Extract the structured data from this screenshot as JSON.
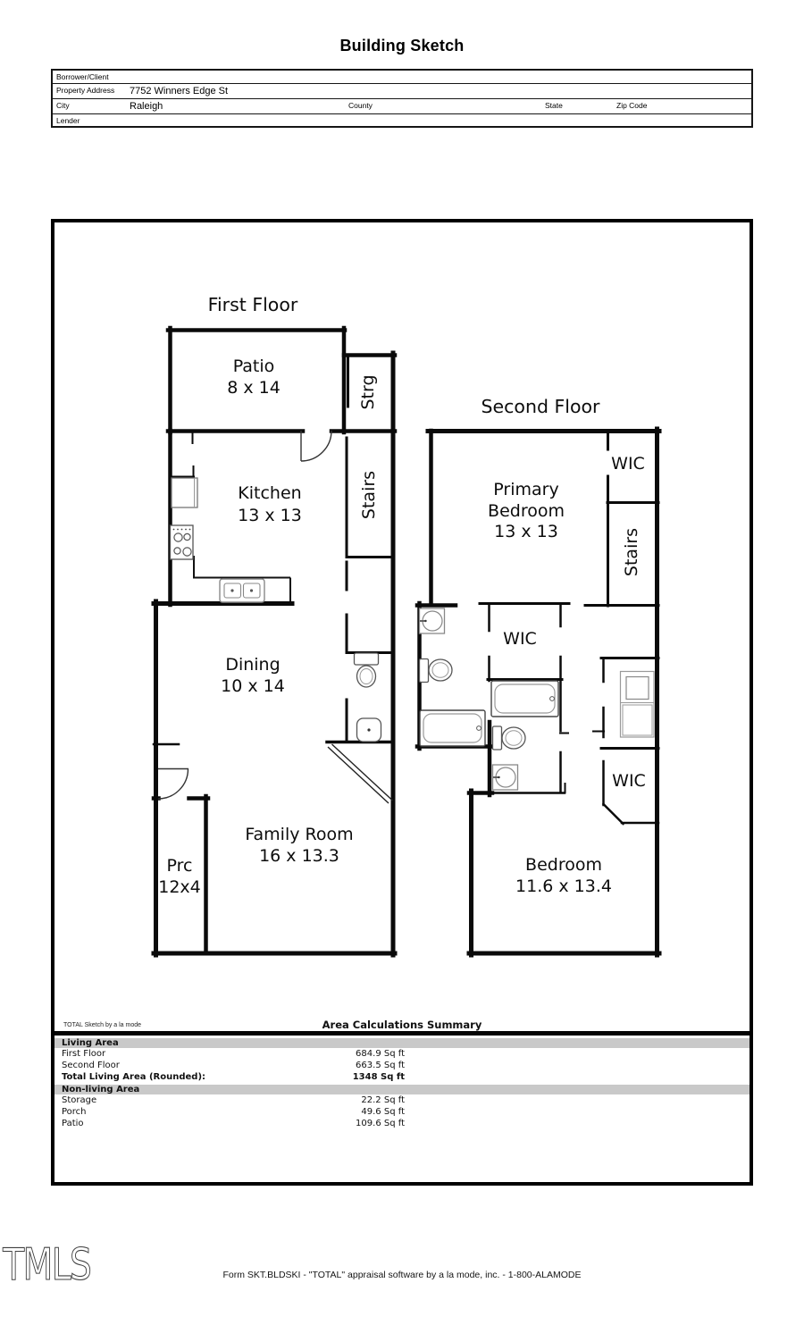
{
  "page": {
    "title": "Building Sketch"
  },
  "header": {
    "borrower_label": "Borrower/Client",
    "property_label": "Property Address",
    "property_value": "7752 Winners Edge St",
    "city_label": "City",
    "city_value": "Raleigh",
    "county_label": "County",
    "state_label": "State",
    "zip_label": "Zip Code",
    "lender_label": "Lender"
  },
  "floorplan": {
    "first": {
      "title": "First Floor",
      "patio": "Patio",
      "patio_dim": "8 x 14",
      "strg": "Strg",
      "kitchen": "Kitchen",
      "kitchen_dim": "13 x 13",
      "stairs": "Stairs",
      "dining": "Dining",
      "dining_dim": "10 x 14",
      "family": "Family Room",
      "family_dim": "16 x 13.3",
      "porch": "Prc",
      "porch_dim": "12x4"
    },
    "second": {
      "title": "Second Floor",
      "primary_line1": "Primary",
      "primary_line2": "Bedroom",
      "primary_dim": "13 x 13",
      "wic_top": "WIC",
      "stairs": "Stairs",
      "wic_mid": "WIC",
      "wic_bottom": "WIC",
      "bedroom": "Bedroom",
      "bedroom_dim": "11.6 x 13.4"
    }
  },
  "summary": {
    "branding": "TOTAL Sketch by a la mode",
    "title": "Area Calculations Summary",
    "living_header": "Living Area",
    "living_rows": [
      {
        "label": "First Floor",
        "value": "684.9 Sq ft"
      },
      {
        "label": "Second Floor",
        "value": "663.5 Sq ft"
      },
      {
        "label": "Total Living Area (Rounded):",
        "value": "1348 Sq ft"
      }
    ],
    "nonliving_header": "Non-living Area",
    "nonliving_rows": [
      {
        "label": "Storage",
        "value": "22.2 Sq ft"
      },
      {
        "label": "Porch",
        "value": "49.6 Sq ft"
      },
      {
        "label": "Patio",
        "value": "109.6 Sq ft"
      }
    ]
  },
  "footer": {
    "logo": "TMLS",
    "form_line": "Form SKT.BLDSKI - \"TOTAL\" appraisal software by a la mode, inc. - 1-800-ALAMODE"
  }
}
